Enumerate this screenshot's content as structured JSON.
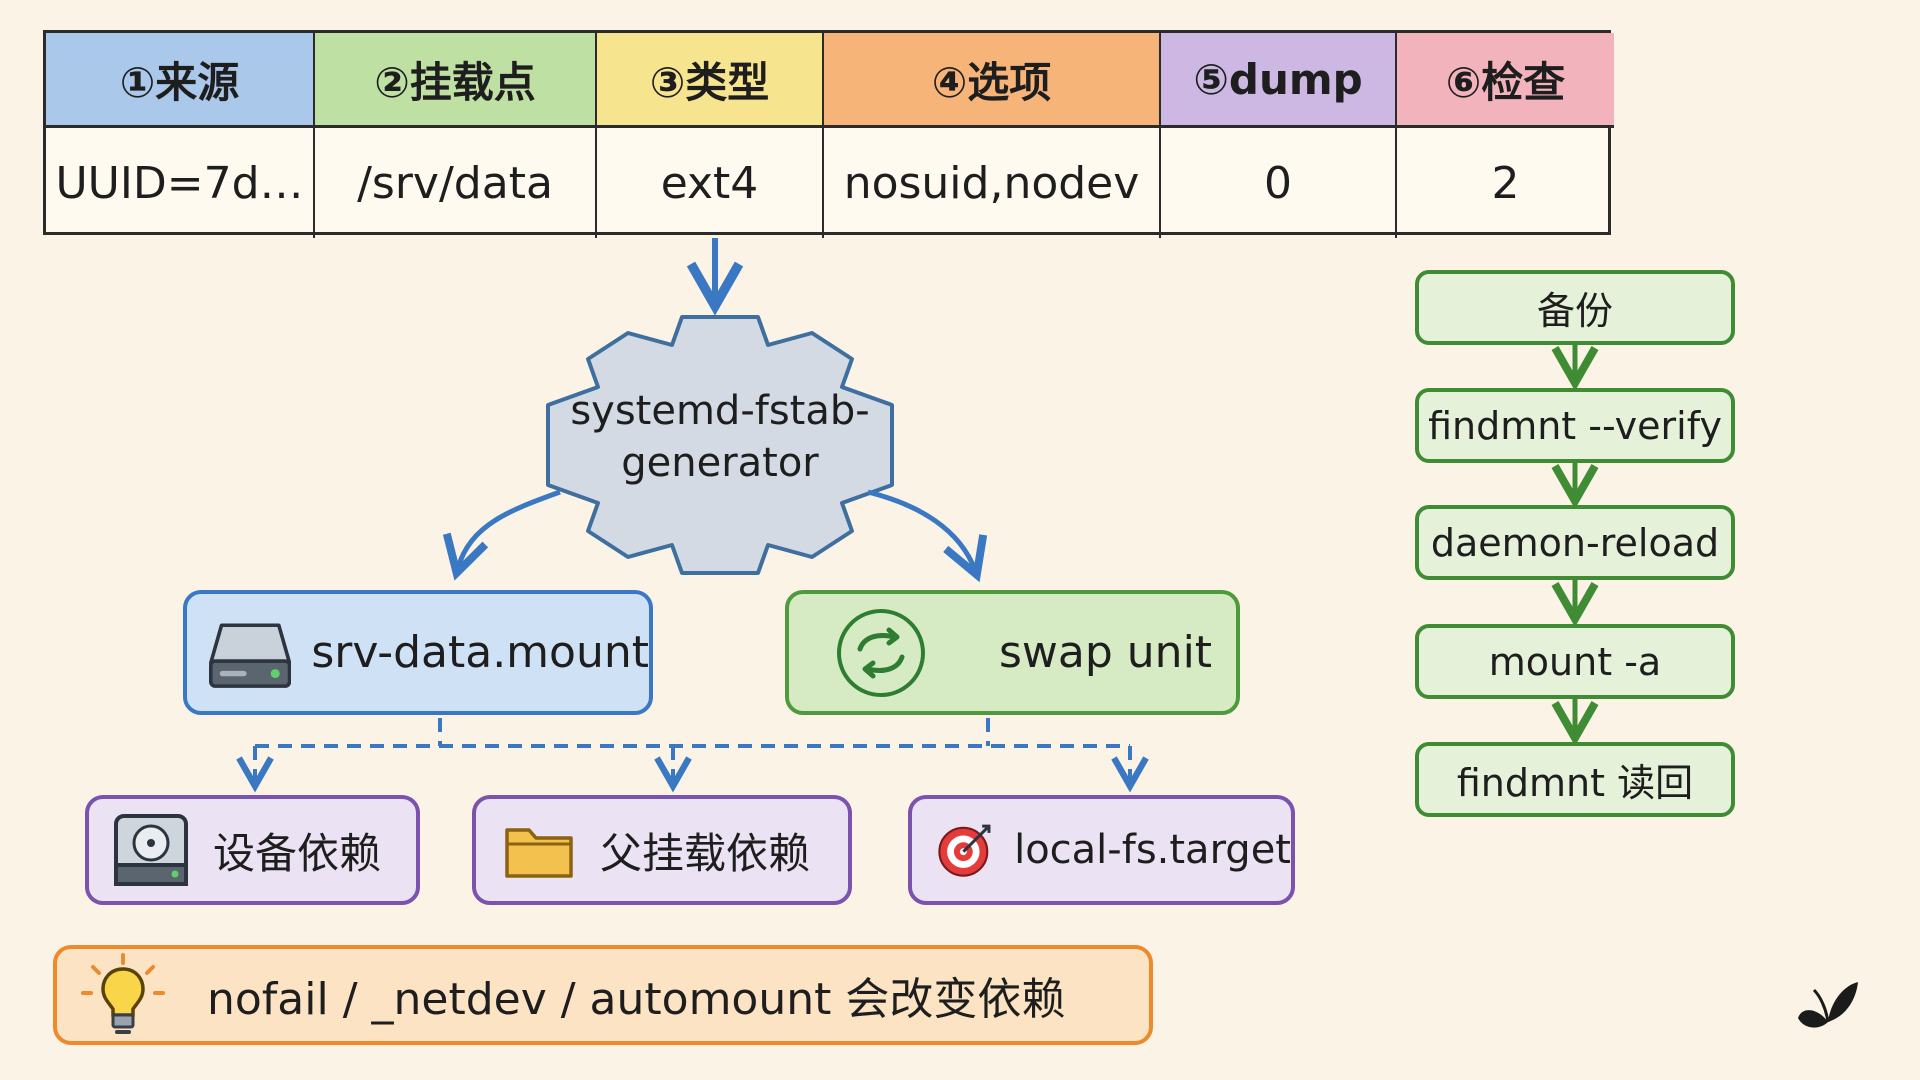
{
  "fstab": {
    "headers": {
      "source": "①来源",
      "mount": "②挂载点",
      "type": "③类型",
      "options": "④选项",
      "dump": "⑤dump",
      "check": "⑥检查"
    },
    "values": {
      "source": "UUID=7d…",
      "mount": "/srv/data",
      "type": "ext4",
      "options": "nosuid,nodev",
      "dump": "0",
      "check": "2"
    }
  },
  "generator": {
    "line1": "systemd-fstab-",
    "line2": "generator"
  },
  "units": {
    "mount": "srv-data.mount",
    "swap": "swap unit"
  },
  "dependencies": {
    "device": "设备依赖",
    "parent": "父挂载依赖",
    "target": "local-fs.target"
  },
  "tip": "nofail / _netdev / automount 会改变依赖",
  "workflow": [
    "备份",
    "findmnt --verify",
    "daemon-reload",
    "mount -a",
    "findmnt 读回"
  ],
  "colors": {
    "background": "#fbf4e6",
    "blue": "#3a78c3",
    "green": "#4e9a3c",
    "purple": "#7b53ad",
    "orange": "#ee8a2e",
    "gear": "#d3dae3"
  },
  "icons": {
    "mount": "hard-drive-icon",
    "swap": "swap-arrows-icon",
    "device": "disk-icon",
    "parent": "folder-icon",
    "target": "target-icon",
    "tip": "lightbulb-icon",
    "corner": "butterfly-icon"
  }
}
